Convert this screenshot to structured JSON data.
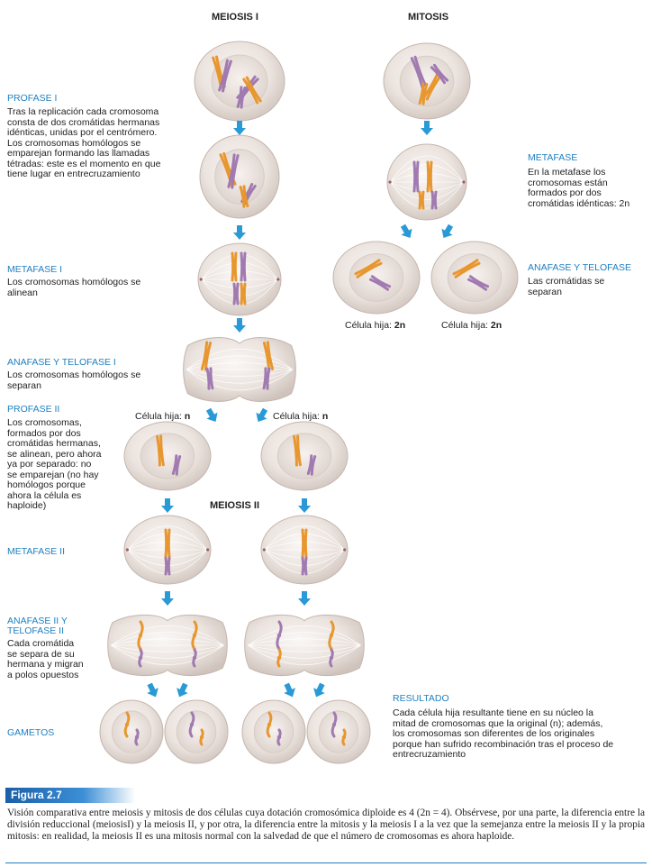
{
  "headings": {
    "meiosis1": "MEIOSIS I",
    "mitosis": "MITOSIS",
    "meiosis2": "MEIOSIS II"
  },
  "left": {
    "profase1": {
      "title": "PROFASE I",
      "text": "Tras la replicación cada cromosoma\nconsta de dos cromátidas hermanas\nidénticas, unidas por el centrómero.\nLos cromosomas homólogos se\nemparejan formando las llamadas\ntétradas: este es el momento en que\ntiene lugar en entrecruzamiento"
    },
    "metafase1": {
      "title": "METAFASE I",
      "text": "Los cromosomas homólogos se\nalinean"
    },
    "anafase1": {
      "title": "ANAFASE Y TELOFASE I",
      "text": "Los cromosomas homólogos se\nseparan"
    },
    "profase2": {
      "title": "PROFASE II",
      "text": "Los cromosomas,\nformados por dos\ncromátidas hermanas,\nse alinean, pero ahora\nya por separado: no\nse emparejan (no hay\nhomólogos porque\nahora la célula es\nhaploide)"
    },
    "metafase2": {
      "title": "METAFASE II"
    },
    "anafase2": {
      "title": "ANAFASE II Y\nTELOFASE II",
      "text": "Cada cromátida\nse separa de su\nhermana y migran\na polos opuestos"
    },
    "gametos": {
      "title": "GAMETOS"
    }
  },
  "right": {
    "metafase": {
      "title": "METAFASE",
      "text": "En la metafase los\ncromosomas están\nformados por dos\ncromátidas idénticas: 2n"
    },
    "anafase": {
      "title": "ANAFASE Y TELOFASE",
      "text": "Las cromátidas se\nseparan"
    },
    "resultado": {
      "title": "RESULTADO",
      "text": "Cada célula hija resultante tiene en su núcleo la\nmitad de cromosomas que la original (n); además,\nlos cromosomas son diferentes de los originales\nporque han sufrido recombinación tras el proceso de\nentrecruzamiento"
    }
  },
  "cell_labels": {
    "hija_prefix": "Célula hija: ",
    "n": "n",
    "two_n": "2n"
  },
  "figure": {
    "label": "Figura 2.7",
    "caption": "Visión comparativa entre meiosis y mitosis de dos células cuya dotación cromosómica diploide es 4 (2n = 4). Obsérvese, por una parte, la diferencia entre la división reduccional (meiosisI) y la meiosis II, y por otra, la diferencia entre la mitosis y la meiosis I a la vez que la semejanza entre la meiosis II y la propia mitosis: en realidad, la meiosis II es una mitosis normal con la salvedad de que el número de cromosomas es ahora haploide."
  },
  "colors": {
    "accent": "#1f7fc0",
    "chromosome_orange": "#e8962e",
    "chromosome_purple": "#a07ab0",
    "arrow": "#2a9ad6",
    "cell": "#e6dfda"
  }
}
